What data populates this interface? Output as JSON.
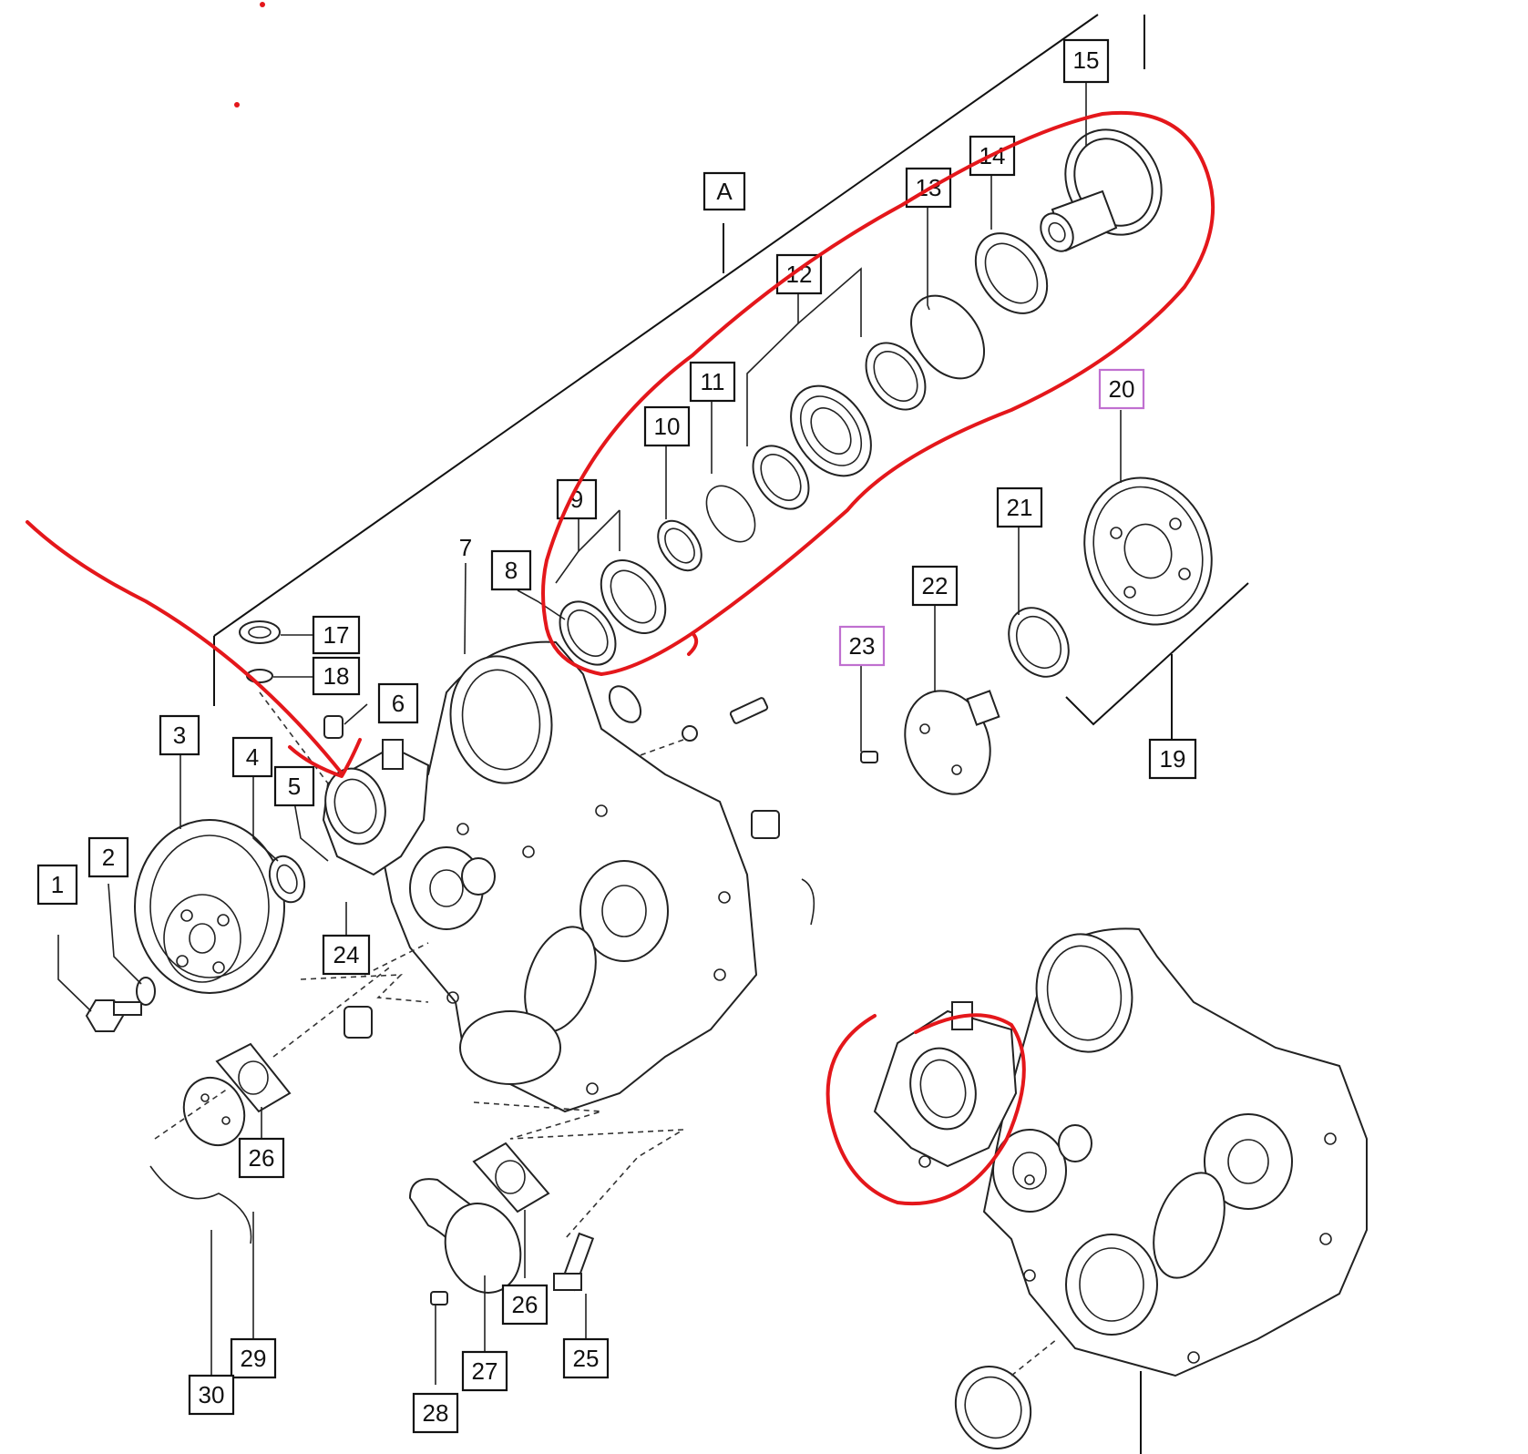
{
  "callouts": [
    {
      "id": "c1",
      "text": "1"
    },
    {
      "id": "c2",
      "text": "2"
    },
    {
      "id": "c3",
      "text": "3"
    },
    {
      "id": "c4",
      "text": "4"
    },
    {
      "id": "c5",
      "text": "5"
    },
    {
      "id": "c6",
      "text": "6"
    },
    {
      "id": "c7",
      "text": "7"
    },
    {
      "id": "c8",
      "text": "8"
    },
    {
      "id": "c9",
      "text": "9"
    },
    {
      "id": "c10",
      "text": "10"
    },
    {
      "id": "c11",
      "text": "11"
    },
    {
      "id": "c12",
      "text": "12"
    },
    {
      "id": "c13",
      "text": "13"
    },
    {
      "id": "c14",
      "text": "14"
    },
    {
      "id": "c15",
      "text": "15"
    },
    {
      "id": "c17",
      "text": "17"
    },
    {
      "id": "c18",
      "text": "18"
    },
    {
      "id": "c19",
      "text": "19"
    },
    {
      "id": "c20",
      "text": "20"
    },
    {
      "id": "c21",
      "text": "21"
    },
    {
      "id": "c22",
      "text": "22"
    },
    {
      "id": "c23",
      "text": "23"
    },
    {
      "id": "c24",
      "text": "24"
    },
    {
      "id": "c25",
      "text": "25"
    },
    {
      "id": "c26a",
      "text": "26"
    },
    {
      "id": "c26b",
      "text": "26"
    },
    {
      "id": "c27",
      "text": "27"
    },
    {
      "id": "c28",
      "text": "28"
    },
    {
      "id": "c29",
      "text": "29"
    },
    {
      "id": "c30",
      "text": "30"
    },
    {
      "id": "cA",
      "text": "A"
    }
  ],
  "colors": {
    "markup": "#e4171b",
    "highlight_box": "#c070d0",
    "ink": "#111111"
  }
}
